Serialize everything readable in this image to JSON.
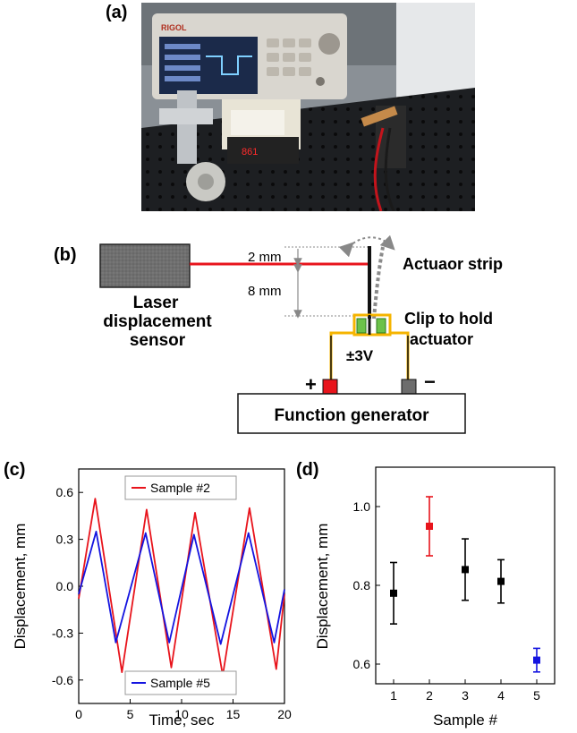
{
  "panels": {
    "a": "(a)",
    "b": "(b)",
    "c": "(c)",
    "d": "(d)"
  },
  "photo": {
    "brand_text": "RIGOL",
    "readout_text": "861"
  },
  "diagram": {
    "dim_top": "2 mm",
    "dim_bottom": "8 mm",
    "sensor_label_lines": [
      "Laser",
      "displacement",
      "sensor"
    ],
    "strip_label": "Actuaor strip",
    "clip_label_lines": [
      "Clip to hold",
      "actuator"
    ],
    "voltage_label": "±3V",
    "plus": "+",
    "minus": "−",
    "generator_label": "Function generator",
    "colors": {
      "laser": "#e8141c",
      "clip": "#f5b400",
      "electrode": "#6cc24a",
      "plus_terminal": "#e8141c",
      "minus_terminal": "#6d6d6d",
      "sensor": "#6f6f6f",
      "dim_line": "#888888"
    }
  },
  "chart_data": [
    {
      "type": "line",
      "xlabel": "Time, sec",
      "ylabel": "Displacement, mm",
      "xlim": [
        0,
        20
      ],
      "ylim": [
        -0.75,
        0.75
      ],
      "xticks": [
        0,
        5,
        10,
        15,
        20
      ],
      "yticks": [
        -0.6,
        -0.3,
        0.0,
        0.3,
        0.6
      ],
      "ytick_labels": [
        "-0.6",
        "-0.3",
        "0.0",
        "0.3",
        "0.6"
      ],
      "series": [
        {
          "name": "Sample #2",
          "color": "#e8141c",
          "x": [
            0,
            1.6,
            4.2,
            6.6,
            9.0,
            11.3,
            14.0,
            16.6,
            19.2,
            20
          ],
          "y": [
            -0.08,
            0.56,
            -0.55,
            0.49,
            -0.52,
            0.47,
            -0.57,
            0.5,
            -0.53,
            -0.05
          ]
        },
        {
          "name": "Sample #5",
          "color": "#1414e0",
          "x": [
            0,
            1.7,
            3.6,
            6.5,
            8.8,
            11.2,
            13.8,
            16.5,
            19.0,
            20
          ],
          "y": [
            -0.05,
            0.35,
            -0.36,
            0.34,
            -0.36,
            0.33,
            -0.37,
            0.34,
            -0.36,
            -0.02
          ]
        }
      ]
    },
    {
      "type": "scatter",
      "xlabel": "Sample #",
      "ylabel": "Displacement, mm",
      "xlim": [
        0.5,
        5.5
      ],
      "ylim": [
        0.55,
        1.1
      ],
      "xticks": [
        1,
        2,
        3,
        4,
        5
      ],
      "yticks": [
        0.6,
        0.8,
        1.0
      ],
      "ytick_labels": [
        "0.6",
        "0.8",
        "1.0"
      ],
      "points": [
        {
          "x": 1,
          "y": 0.78,
          "err": 0.078,
          "color": "#000000"
        },
        {
          "x": 2,
          "y": 0.95,
          "err": 0.075,
          "color": "#e8141c"
        },
        {
          "x": 3,
          "y": 0.84,
          "err": 0.078,
          "color": "#000000"
        },
        {
          "x": 4,
          "y": 0.81,
          "err": 0.055,
          "color": "#000000"
        },
        {
          "x": 5,
          "y": 0.61,
          "err": 0.03,
          "color": "#1414e0"
        }
      ]
    }
  ]
}
